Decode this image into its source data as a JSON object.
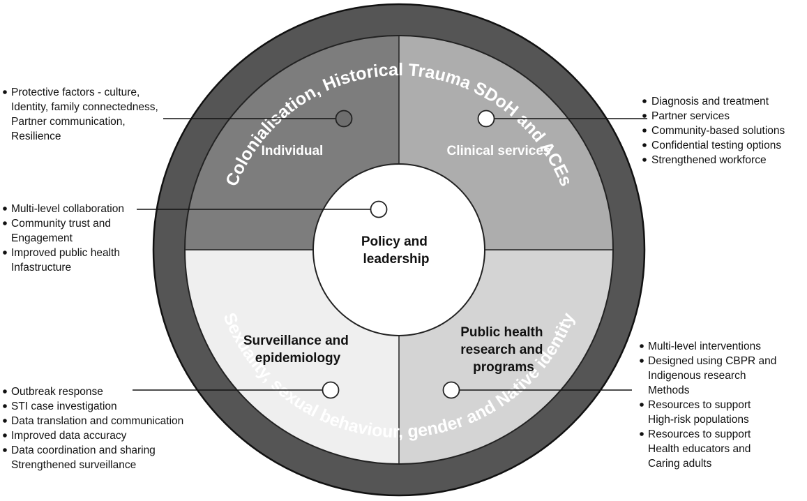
{
  "ring": {
    "top_text": "Colonialisation, Historical Trauma SDoH and ACEs",
    "bottom_text": "Sexuality, sexual behaviour, gender and Native identity"
  },
  "center": {
    "label_lines": [
      "Policy and",
      "leadership"
    ],
    "bullets": [
      [
        "Multi-level collaboration"
      ],
      [
        "Community trust and",
        "Engagement"
      ],
      [
        "Improved public health",
        "Infastructure"
      ]
    ]
  },
  "quadrants": {
    "individual": {
      "label_lines": [
        "Individual"
      ],
      "bullets": [
        [
          "Protective factors - culture,",
          "Identity, family connectedness,",
          "Partner communication,",
          "Resilience"
        ]
      ]
    },
    "clinical": {
      "label_lines": [
        "Clinical services"
      ],
      "bullets": [
        [
          "Diagnosis and treatment"
        ],
        [
          "Partner services"
        ],
        [
          "Community-based solutions"
        ],
        [
          "Confidential testing options"
        ],
        [
          "Strengthened workforce"
        ]
      ]
    },
    "surveillance": {
      "label_lines": [
        "Surveillance and",
        "epidemiology"
      ],
      "bullets": [
        [
          "Outbreak response"
        ],
        [
          "STI case investigation"
        ],
        [
          "Data translation and communication"
        ],
        [
          "Improved data accuracy"
        ],
        [
          "Data coordination and sharing",
          "Strengthened surveillance"
        ]
      ]
    },
    "research": {
      "label_lines": [
        "Public health",
        "research and",
        "programs"
      ],
      "bullets": [
        [
          "Multi-level interventions"
        ],
        [
          "Designed using CBPR and",
          "Indigenous research",
          "Methods"
        ],
        [
          "Resources to support",
          "High-risk populations"
        ],
        [
          "Resources to support",
          "Health educators and",
          "Caring adults"
        ]
      ]
    }
  },
  "colors": {
    "outer_ring": "#555555",
    "individual_fill": "#7d7d7d",
    "clinical_fill": "#adadad",
    "surveillance_fill": "#efefef",
    "research_fill": "#d4d4d4",
    "center_fill": "#ffffff",
    "marker_dark": "#6e6e6e",
    "marker_light": "#ffffff"
  }
}
